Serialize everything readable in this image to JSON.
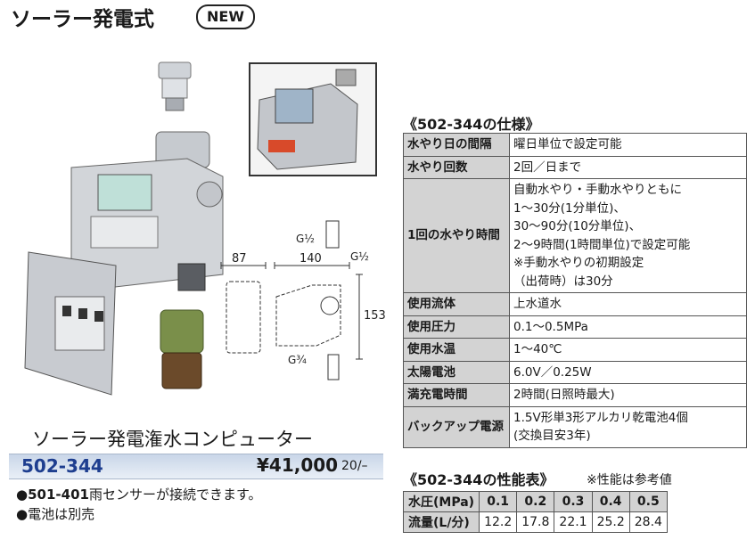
{
  "header": {
    "title": "ソーラー発電式",
    "badge": "NEW"
  },
  "drawing": {
    "dim_width": "87",
    "dim_depth": "140",
    "dim_height": "153",
    "thread_top": "G½",
    "thread_right": "G½",
    "thread_bottom": "G¾"
  },
  "product": {
    "name": "ソーラー発電潅水コンピューター",
    "number": "502-344",
    "price": "¥41,000",
    "pack": "20/–",
    "notes": [
      {
        "code": "501-401",
        "text": "雨センサーが接続できます。"
      },
      {
        "code": "",
        "text": "電池は別売"
      }
    ]
  },
  "spec": {
    "heading": "《502-344の仕様》",
    "rows": [
      {
        "label": "水やり日の間隔",
        "value": "曜日単位で設定可能"
      },
      {
        "label": "水やり回数",
        "value": "2回／日まで"
      },
      {
        "label": "1回の水やり時間",
        "value": "自動水やり・手動水やりともに\n1〜30分(1分単位)、\n30〜90分(10分単位)、\n2〜9時間(1時間単位)で設定可能\n※手動水やりの初期設定\n（出荷時）は30分"
      },
      {
        "label": "使用流体",
        "value": "上水道水"
      },
      {
        "label": "使用圧力",
        "value": "0.1〜0.5MPa"
      },
      {
        "label": "使用水温",
        "value": "1〜40℃"
      },
      {
        "label": "太陽電池",
        "value": "6.0V／0.25W"
      },
      {
        "label": "満充電時間",
        "value": "2時間(日照時最大)"
      },
      {
        "label": "バックアップ電源",
        "value": "1.5V形単3形アルカリ乾電池4個\n(交換目安3年)"
      }
    ]
  },
  "performance": {
    "heading": "《502-344の性能表》",
    "note": "※性能は参考値",
    "header_label": "水圧(MPa)",
    "pressures": [
      "0.1",
      "0.2",
      "0.3",
      "0.4",
      "0.5"
    ],
    "row_label": "流量(L/分)",
    "flows": [
      "12.2",
      "17.8",
      "22.1",
      "25.2",
      "28.4"
    ]
  },
  "colors": {
    "accent_blue": "#1e3e8f",
    "label_gray": "#d3d3d3",
    "housing_gray": "#b8bcc2",
    "hose_green": "#7a8f4a"
  }
}
